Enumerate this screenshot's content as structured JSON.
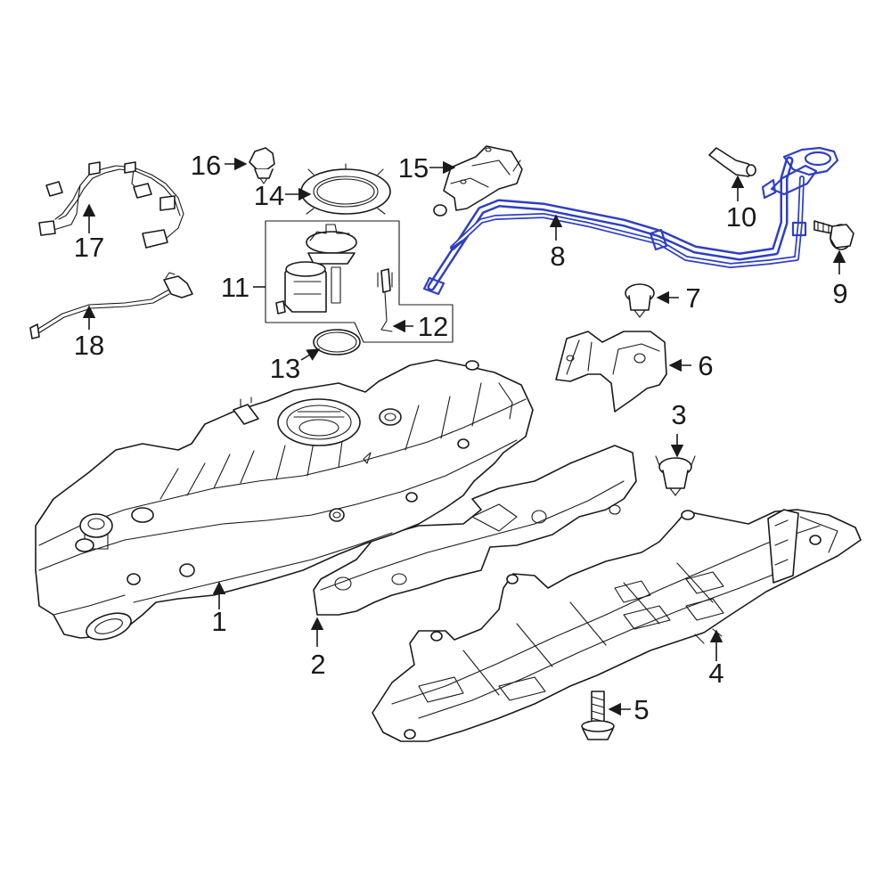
{
  "diagram": {
    "highlight_color": "#2f3fc4",
    "line_color": "#1a1a1a",
    "callouts": [
      {
        "id": "c1",
        "label": "1"
      },
      {
        "id": "c2",
        "label": "2"
      },
      {
        "id": "c3",
        "label": "3"
      },
      {
        "id": "c4",
        "label": "4"
      },
      {
        "id": "c5",
        "label": "5"
      },
      {
        "id": "c6",
        "label": "6"
      },
      {
        "id": "c7",
        "label": "7"
      },
      {
        "id": "c8",
        "label": "8"
      },
      {
        "id": "c9",
        "label": "9"
      },
      {
        "id": "c10",
        "label": "10"
      },
      {
        "id": "c11",
        "label": "11"
      },
      {
        "id": "c12",
        "label": "12"
      },
      {
        "id": "c13",
        "label": "13"
      },
      {
        "id": "c14",
        "label": "14"
      },
      {
        "id": "c15",
        "label": "15"
      },
      {
        "id": "c16",
        "label": "16"
      },
      {
        "id": "c17",
        "label": "17"
      },
      {
        "id": "c18",
        "label": "18"
      }
    ]
  }
}
